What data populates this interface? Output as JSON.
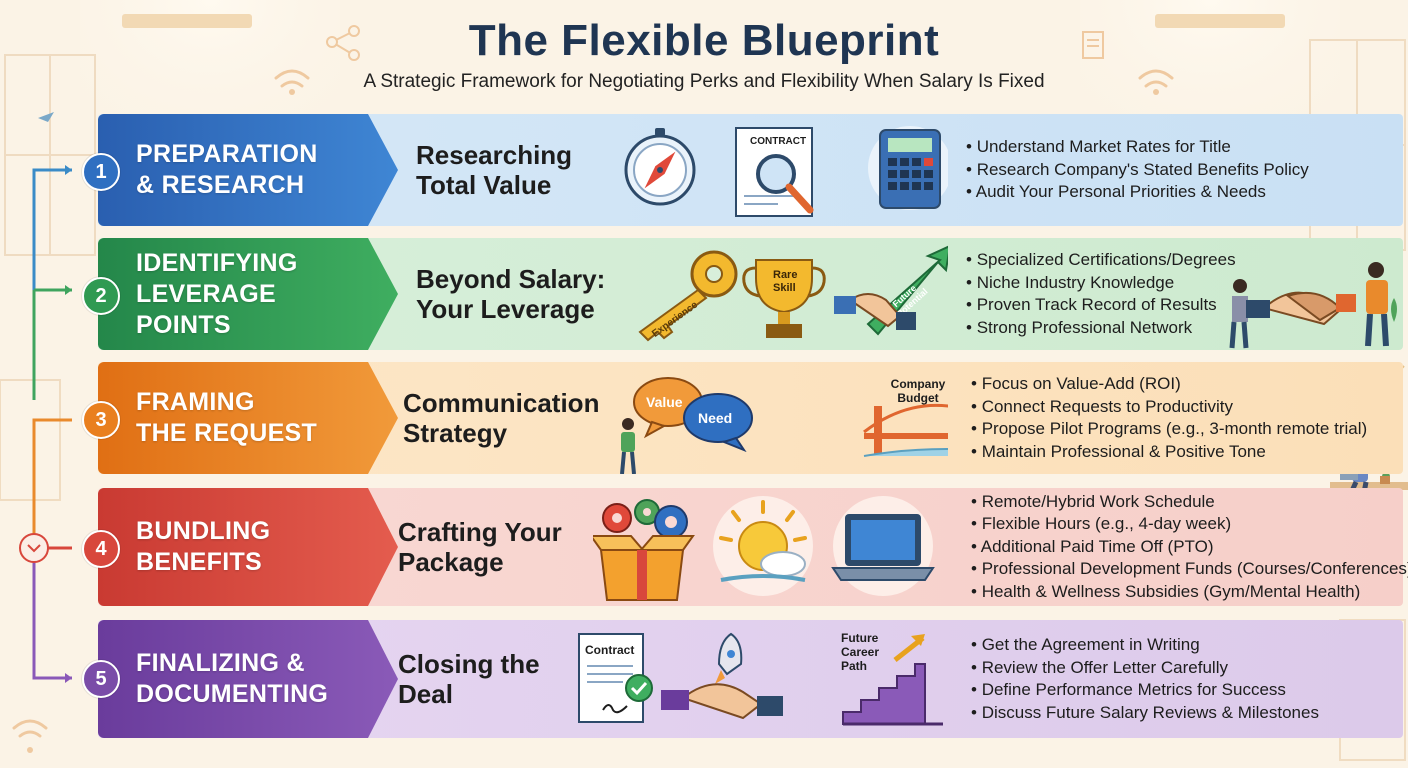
{
  "header": {
    "title": "The Flexible Blueprint",
    "subtitle": "A Strategic Framework for Negotiating Perks and Flexibility When Salary Is Fixed"
  },
  "stages": [
    {
      "number": "1",
      "label_lines": [
        "PREPARATION",
        "& RESEARCH"
      ],
      "heading_lines": [
        "Researching",
        "Total Value"
      ],
      "color": "#2f6fc1",
      "band_color": "#cfe4f6",
      "illustration_labels": [
        "CONTRACT"
      ],
      "icons": [
        "compass-icon",
        "contract-magnifier-icon",
        "calculator-icon"
      ],
      "bullets": [
        "Understand Market Rates for Title",
        "Research Company's Stated Benefits Policy",
        "Audit Your Personal Priorities & Needs"
      ]
    },
    {
      "number": "2",
      "label_lines": [
        "IDENTIFYING",
        "LEVERAGE POINTS"
      ],
      "heading_lines": [
        "Beyond Salary:",
        "Your Leverage"
      ],
      "color": "#2f9a52",
      "band_color": "#d3edd7",
      "illustration_labels": [
        "Experience",
        "Rare",
        "Skill",
        "Future",
        "Potential"
      ],
      "icons": [
        "key-icon",
        "trophy-icon",
        "handshake-arrow-icon",
        "people-handshake-icon"
      ],
      "bullets": [
        "Specialized Certifications/Degrees",
        "Niche Industry Knowledge",
        "Proven Track Record of Results",
        "Strong Professional Network"
      ]
    },
    {
      "number": "3",
      "label_lines": [
        "FRAMING",
        "THE REQUEST"
      ],
      "heading_lines": [
        "Communication",
        "Strategy"
      ],
      "color": "#e97f1f",
      "band_color": "#fbe3c2",
      "illustration_labels": [
        "Value",
        "Need",
        "Company",
        "Budget"
      ],
      "icons": [
        "speech-bubbles-icon",
        "bridge-icon"
      ],
      "bullets": [
        "Focus on Value-Add (ROI)",
        "Connect Requests to Productivity",
        "Propose Pilot Programs (e.g., 3-month remote trial)",
        "Maintain Professional & Positive Tone"
      ]
    },
    {
      "number": "4",
      "label_lines": [
        "BUNDLING",
        "BENEFITS"
      ],
      "heading_lines": [
        "Crafting Your",
        "Package"
      ],
      "color": "#d8473c",
      "band_color": "#f8d4cf",
      "illustration_labels": [],
      "icons": [
        "gear-box-icon",
        "sun-icon",
        "laptop-icon"
      ],
      "bullets": [
        "Remote/Hybrid Work Schedule",
        "Flexible Hours (e.g., 4-day week)",
        "Additional Paid Time Off (PTO)",
        "Professional Development Funds (Courses/Conferences)",
        "Health & Wellness Subsidies (Gym/Mental Health)"
      ]
    },
    {
      "number": "5",
      "label_lines": [
        "FINALIZING &",
        "DOCUMENTING"
      ],
      "heading_lines": [
        "Closing the",
        "Deal"
      ],
      "color": "#7a4ca8",
      "band_color": "#e3d3ef",
      "illustration_labels": [
        "Contract",
        "Future",
        "Career",
        "Path"
      ],
      "icons": [
        "signed-contract-icon",
        "rocket-handshake-icon",
        "stairs-icon"
      ],
      "bullets": [
        "Get the Agreement in Writing",
        "Review the Offer Letter Carefully",
        "Define Performance Metrics for Success",
        "Discuss Future Salary Reviews & Milestones"
      ]
    }
  ]
}
